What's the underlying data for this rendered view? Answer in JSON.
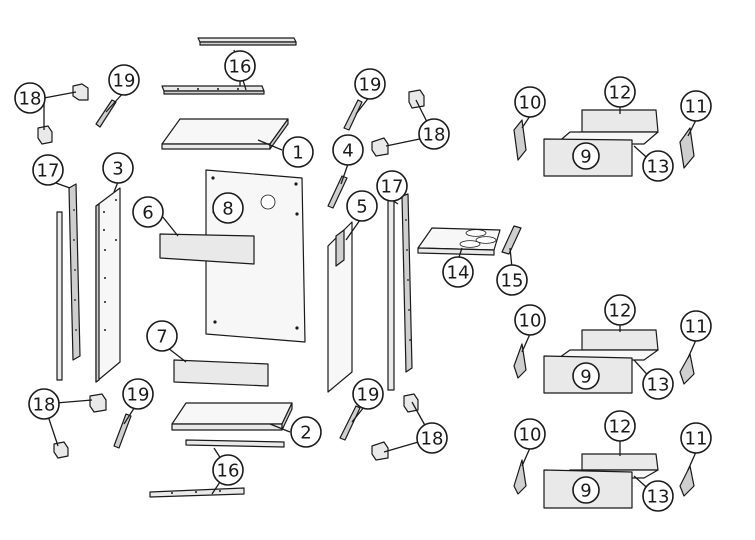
{
  "callouts": {
    "c1": "1",
    "c2": "2",
    "c3": "3",
    "c4": "4",
    "c5": "5",
    "c6": "6",
    "c7": "7",
    "c8": "8",
    "c9a": "9",
    "c9b": "9",
    "c9c": "9",
    "c10a": "10",
    "c10b": "10",
    "c10c": "10",
    "c11a": "11",
    "c11b": "11",
    "c11c": "11",
    "c12a": "12",
    "c12b": "12",
    "c12c": "12",
    "c13a": "13",
    "c13b": "13",
    "c13c": "13",
    "c14": "14",
    "c15": "15",
    "c16a": "16",
    "c16b": "16",
    "c17a": "17",
    "c17b": "17",
    "c18a": "18",
    "c18b": "18",
    "c18c": "18",
    "c18d": "18",
    "c19a": "19",
    "c19b": "19",
    "c19c": "19",
    "c19d": "19"
  }
}
